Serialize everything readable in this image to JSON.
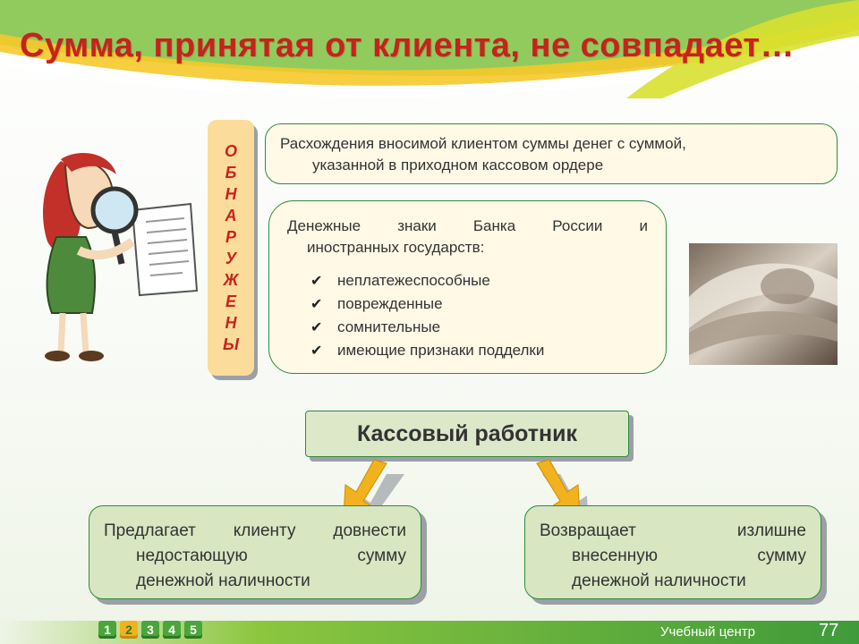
{
  "title": "Сумма, принятая от клиента, не совпадает…",
  "detected_label_letters": [
    "О",
    "Б",
    "Н",
    "А",
    "Р",
    "У",
    "Ж",
    "Е",
    "Н",
    "Ы"
  ],
  "box1": {
    "line1": "Расхождения вносимой  клиентом суммы денег с суммой,",
    "line2": "указанной в приходном кассовом  ордере"
  },
  "box2": {
    "head_words": [
      "Денежные",
      "знаки",
      "Банка",
      "России",
      "и"
    ],
    "head_line2": "иностранных государств:",
    "items": [
      "неплатежеспособные",
      "поврежденные",
      "сомнительные",
      "имеющие признаки подделки"
    ]
  },
  "cashier": {
    "label": "Кассовый работник"
  },
  "result_left": {
    "line1_words": [
      "Предлагает",
      "клиенту",
      "довнести"
    ],
    "line2_words": [
      "недостающую",
      "сумму"
    ],
    "line3": "денежной наличности"
  },
  "result_right": {
    "line1_words": [
      "Возвращает",
      "излишне"
    ],
    "line2_words": [
      "внесенную",
      "сумму"
    ],
    "line3": "денежной наличности"
  },
  "footer": {
    "nav_numbers": [
      "1",
      "2",
      "3",
      "4",
      "5"
    ],
    "active_number": "2",
    "center_label": "Учебный центр",
    "page_number": "77"
  },
  "colors": {
    "title": "#c8221c",
    "accent_green": "#2e8b3b",
    "arrow_yellow": "#f2b21e"
  }
}
